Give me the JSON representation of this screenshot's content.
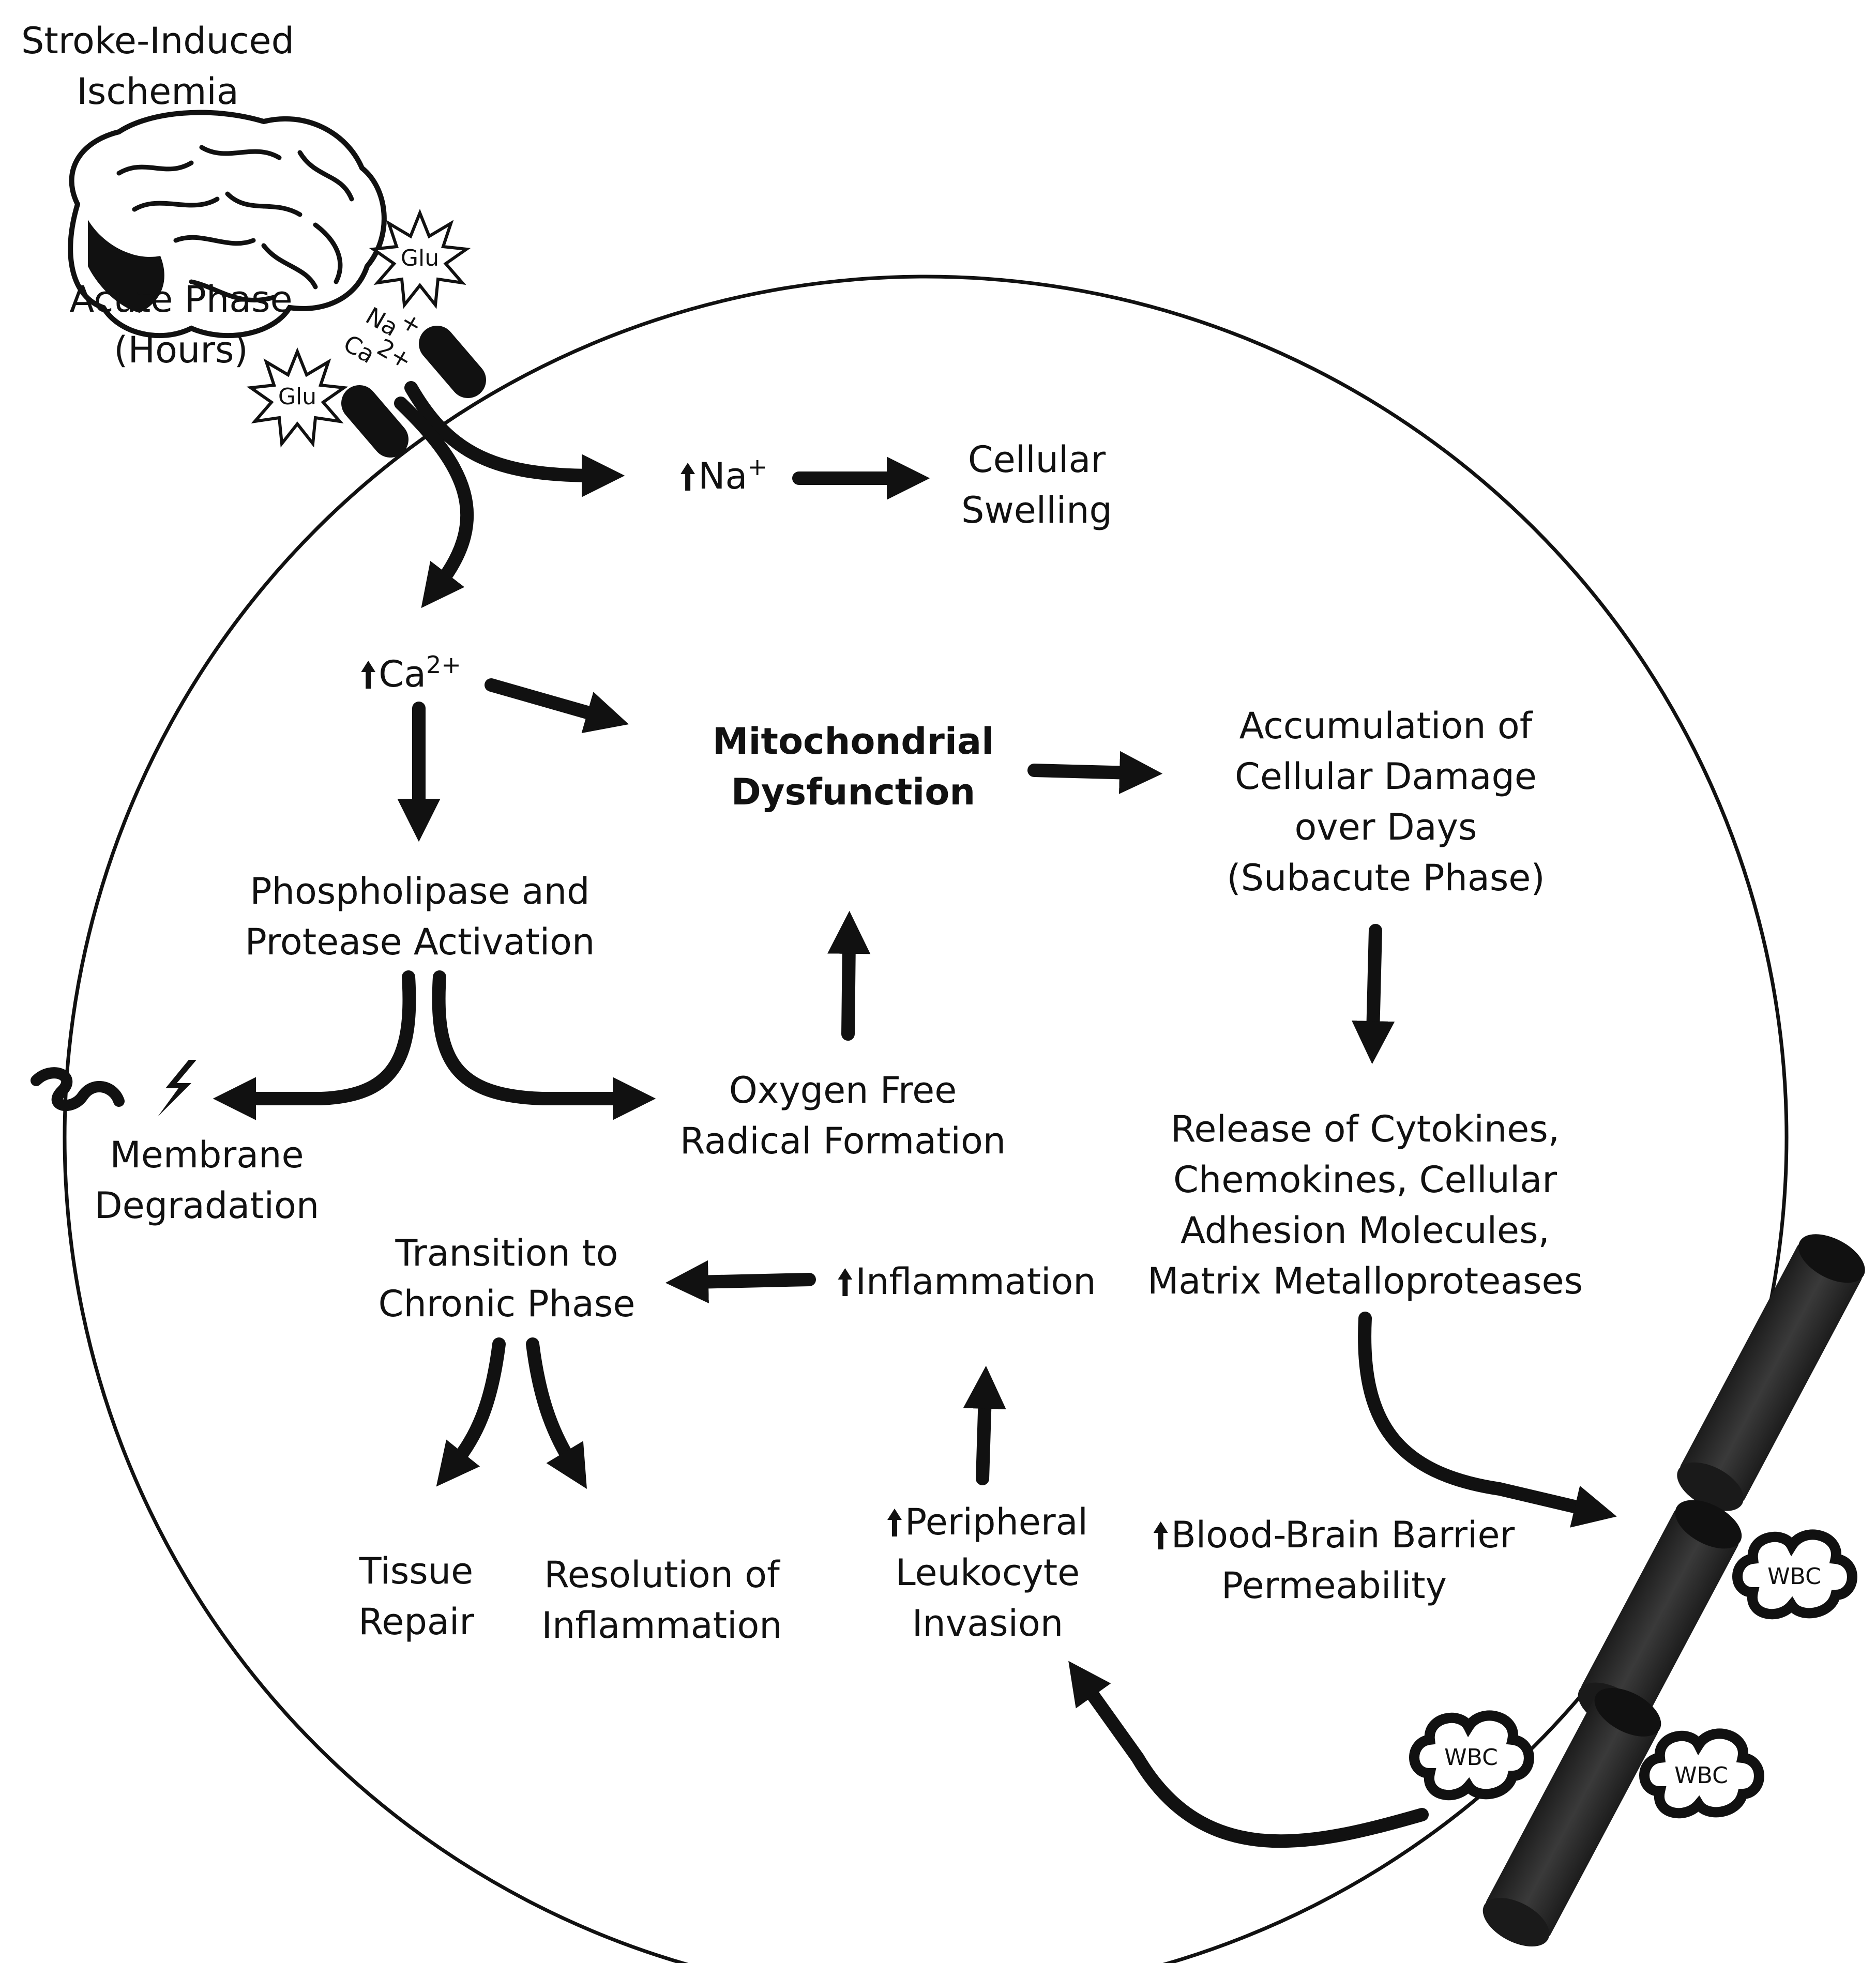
{
  "top_left": {
    "line1": "Stroke-Induced",
    "line2": "Ischemia",
    "phase1": "Acute Phase",
    "phase2": "(Hours)"
  },
  "glu_label": "Glu",
  "channel_ions": {
    "na": "Na",
    "na_sup": "+",
    "ca": "Ca",
    "ca_sup": "2+"
  },
  "nodes": {
    "na": {
      "text": "Na",
      "sup": "+"
    },
    "swelling": {
      "line1": "Cellular",
      "line2": "Swelling"
    },
    "ca": {
      "text": "Ca",
      "sup": "2+"
    },
    "mito": {
      "line1": "Mitochondrial",
      "line2": "Dysfunction"
    },
    "accum": {
      "line1": "Accumulation of",
      "line2": "Cellular Damage",
      "line3": "over Days",
      "line4": "(Subacute Phase)"
    },
    "phospho": {
      "line1": "Phospholipase and",
      "line2": "Protease Activation"
    },
    "oxygen": {
      "line1": "Oxygen Free",
      "line2": "Radical Formation"
    },
    "membrane": {
      "line1": "Membrane",
      "line2": "Degradation"
    },
    "release": {
      "line1": "Release of Cytokines,",
      "line2": "Chemokines, Cellular",
      "line3": "Adhesion Molecules,",
      "line4": "Matrix Metalloproteases"
    },
    "transition": {
      "line1": "Transition to",
      "line2": "Chronic Phase"
    },
    "inflammation": {
      "text": "Inflammation"
    },
    "tissue": {
      "line1": "Tissue",
      "line2": "Repair"
    },
    "resolution": {
      "line1": "Resolution of",
      "line2": "Inflammation"
    },
    "peripheral": {
      "line1": "Peripheral",
      "line2": "Leukocyte",
      "line3": "Invasion"
    },
    "bbb": {
      "line1": "Blood-Brain Barrier",
      "line2": "Permeability"
    }
  },
  "wbc_label": "WBC",
  "colors": {
    "ink": "#111111",
    "vessel": "#2b2b2b",
    "vessel_top": "#1a1a1a"
  }
}
